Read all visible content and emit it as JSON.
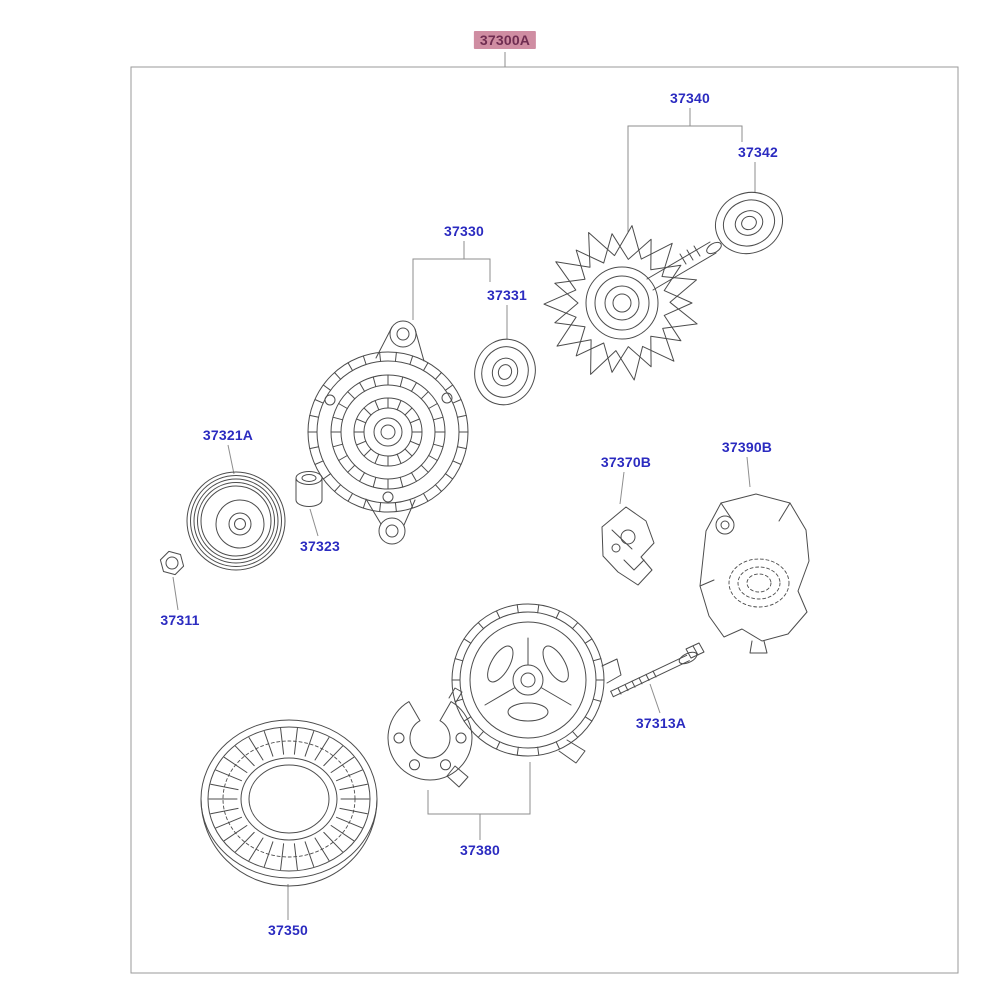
{
  "diagram": {
    "colors": {
      "background": "#ffffff",
      "frame_border": "#9a9a9a",
      "drawing_line": "#4c4c4c",
      "leader_line": "#8e8e8e",
      "label_text": "#2b2bc0",
      "highlight_bg": "#cf8da2",
      "highlight_text": "#6f2d51"
    },
    "highlighted_part": "37300A",
    "parts": {
      "p37300A": {
        "code": "37300A"
      },
      "p37340": {
        "code": "37340"
      },
      "p37342": {
        "code": "37342"
      },
      "p37330": {
        "code": "37330"
      },
      "p37331": {
        "code": "37331"
      },
      "p37321A": {
        "code": "37321A"
      },
      "p37323": {
        "code": "37323"
      },
      "p37311": {
        "code": "37311"
      },
      "p37370B": {
        "code": "37370B"
      },
      "p37390B": {
        "code": "37390B"
      },
      "p37313A": {
        "code": "37313A"
      },
      "p37380": {
        "code": "37380"
      },
      "p37350": {
        "code": "37350"
      }
    }
  }
}
